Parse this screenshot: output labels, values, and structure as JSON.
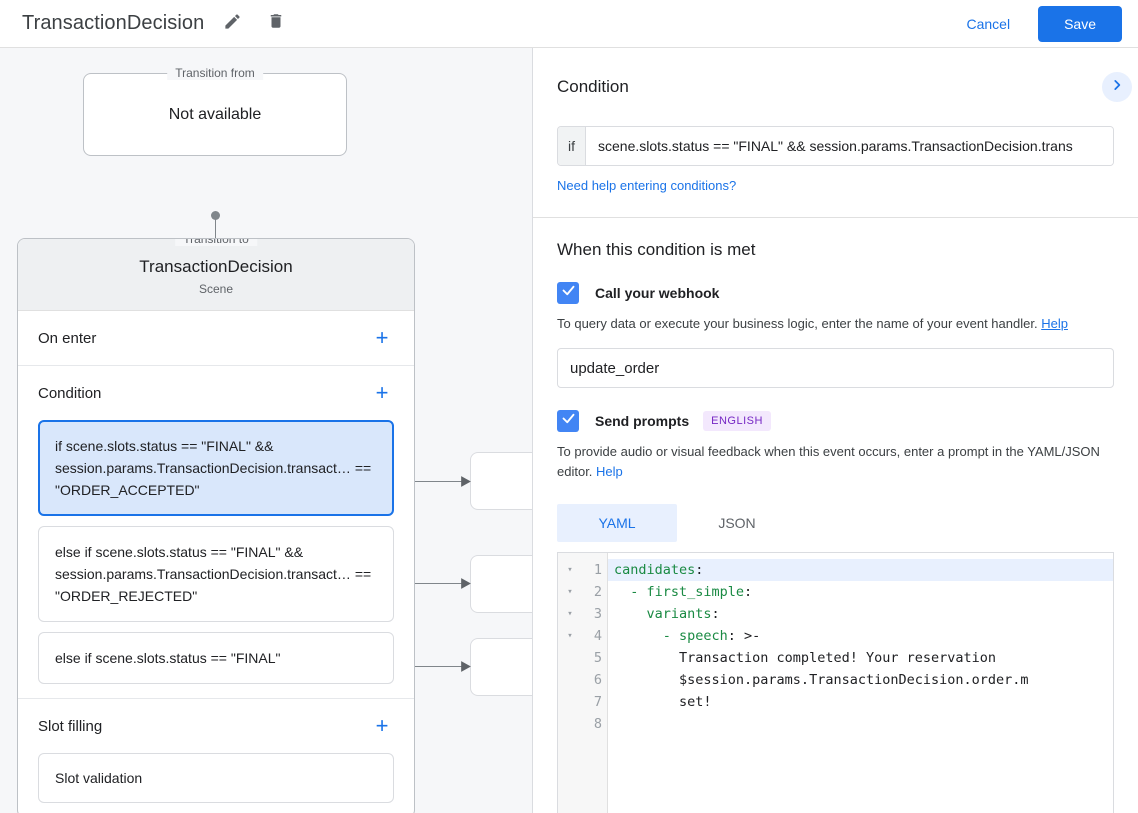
{
  "topbar": {
    "title": "TransactionDecision",
    "edit_icon": "pencil-icon",
    "delete_icon": "trash-icon",
    "cancel_label": "Cancel",
    "save_label": "Save",
    "save_bg": "#1a73e8",
    "link_color": "#1a73e8"
  },
  "canvas": {
    "transition_from": {
      "legend": "Transition from",
      "value": "Not available"
    },
    "transition_to": {
      "legend": "Transition to",
      "name": "TransactionDecision",
      "type": "Scene"
    },
    "sections": [
      {
        "title": "On enter",
        "add": "+"
      },
      {
        "title": "Condition",
        "add": "+"
      },
      {
        "title": "Slot filling",
        "add": "+"
      }
    ],
    "conditions": [
      {
        "text": "if scene.slots.status == \"FINAL\" && session.params.TransactionDecision.transact… == \"ORDER_ACCEPTED\"",
        "selected": true
      },
      {
        "text": "else if scene.slots.status == \"FINAL\" && session.params.TransactionDecision.transact… == \"ORDER_REJECTED\"",
        "selected": false
      },
      {
        "text": "else if scene.slots.status == \"FINAL\"",
        "selected": false
      }
    ],
    "slot_filling": [
      {
        "text": "Slot validation"
      }
    ]
  },
  "panel": {
    "condition_heading": "Condition",
    "collapse_icon": "chevron-right-icon",
    "if_label": "if",
    "if_value": "scene.slots.status == \"FINAL\" && session.params.TransactionDecision.trans",
    "help_conditions_link": "Need help entering conditions?",
    "when_met_heading": "When this condition is met",
    "webhook": {
      "checkbox_label": "Call your webhook",
      "checked": true,
      "description": "To query data or execute your business logic, enter the name of your event handler.",
      "help_label": "Help",
      "handler_value": "update_order",
      "handler_placeholder": ""
    },
    "prompts": {
      "checkbox_label": "Send prompts",
      "checked": true,
      "badge": "ENGLISH",
      "badge_bg": "#f3e8fd",
      "badge_color": "#7627c4",
      "description": "To provide audio or visual feedback when this event occurs, enter a prompt in the YAML/JSON editor.",
      "help_label": "Help",
      "tabs": [
        {
          "label": "YAML",
          "active": true
        },
        {
          "label": "JSON",
          "active": false
        }
      ]
    },
    "editor": {
      "fold_glyph": "▾",
      "lines": [
        {
          "num": "1",
          "fold": true,
          "highlight": true,
          "key": "candidates",
          "sep": ":",
          "rest": "",
          "indent": 0
        },
        {
          "num": "2",
          "fold": true,
          "highlight": false,
          "key": "- first_simple",
          "sep": ":",
          "rest": "",
          "indent": 1
        },
        {
          "num": "3",
          "fold": true,
          "highlight": false,
          "key": "variants",
          "sep": ":",
          "rest": "",
          "indent": 2
        },
        {
          "num": "4",
          "fold": true,
          "highlight": false,
          "key": "- speech",
          "sep": ": ",
          "rest": ">-",
          "indent": 3
        },
        {
          "num": "5",
          "fold": false,
          "highlight": false,
          "key": "",
          "sep": "",
          "rest": "Transaction completed! Your reservation",
          "indent": 4
        },
        {
          "num": "6",
          "fold": false,
          "highlight": false,
          "key": "",
          "sep": "",
          "rest": "$session.params.TransactionDecision.order.m",
          "indent": 4
        },
        {
          "num": "7",
          "fold": false,
          "highlight": false,
          "key": "",
          "sep": "",
          "rest": "set!",
          "indent": 4
        },
        {
          "num": "8",
          "fold": false,
          "highlight": false,
          "key": "",
          "sep": "",
          "rest": "",
          "indent": 0
        }
      ]
    }
  }
}
